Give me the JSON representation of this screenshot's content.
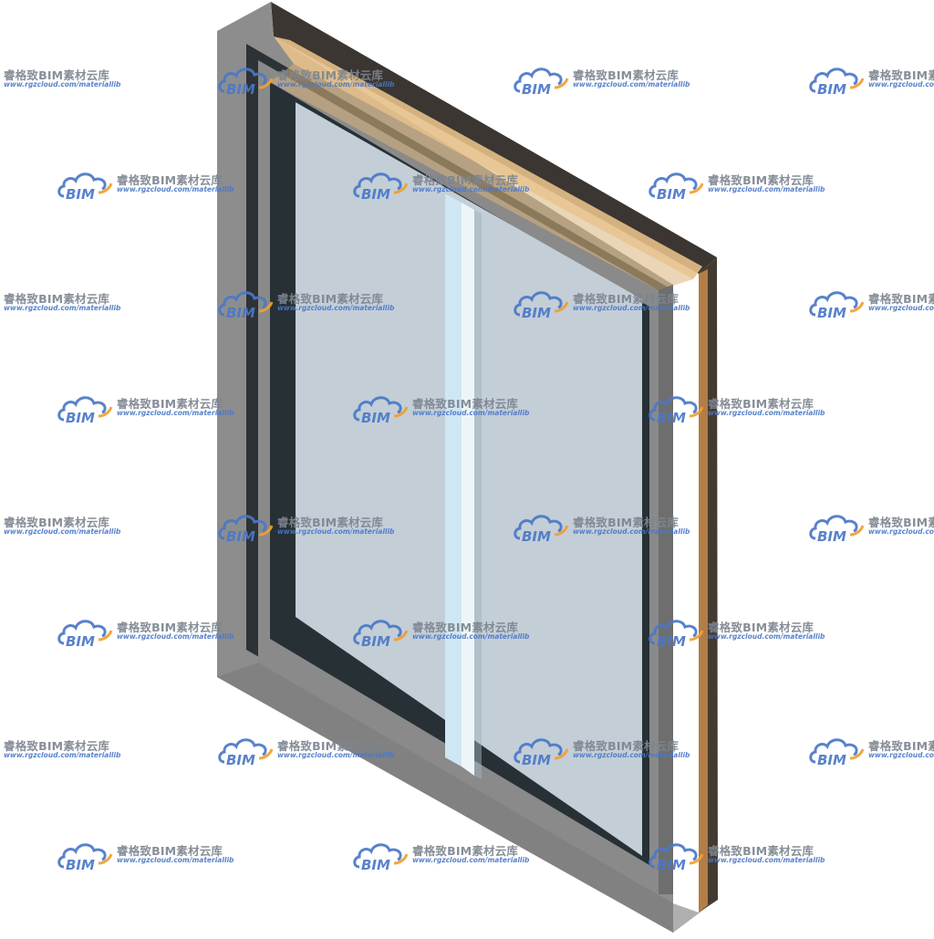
{
  "watermark": {
    "title": "睿格致BIM素材云库",
    "url": "www.rgzcloud.com/materiallib",
    "logo_text": "BIM",
    "colors": {
      "cloud_blue": "#4a78c8",
      "cloud_orange": "#f0a030",
      "title_gray": "#7d8590"
    }
  },
  "model": {
    "subject": "window",
    "colors": {
      "frame": "#8a8a8a",
      "frame_dark": "#2b2f33",
      "frame_side": "#3a3530",
      "glass": "#c3cfd8",
      "glass_highlight": "#cfe6f3",
      "wood_edge": "#e8c08a"
    }
  }
}
